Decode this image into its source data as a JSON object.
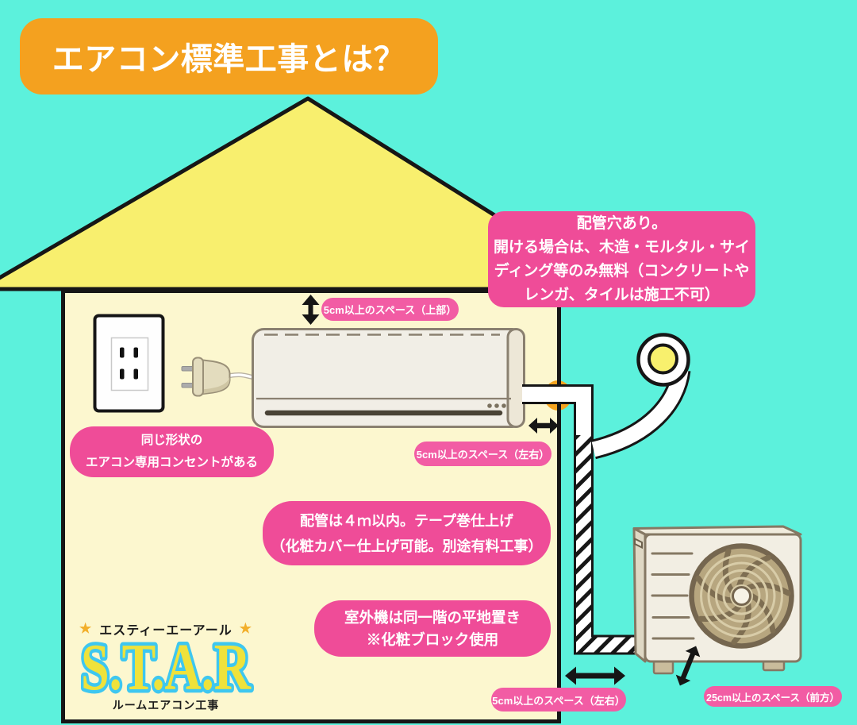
{
  "title": {
    "text": "エアコン標準工事とは？"
  },
  "bubbles": {
    "pipe_hole": {
      "lines": [
        "配管穴あり。",
        "開ける場合は、木造・モルタル・サイ",
        "ディング等のみ無料（コンクリートや",
        "レンガ、タイルは施工不可）"
      ]
    },
    "outlet": {
      "lines": [
        "同じ形状の",
        "エアコン専用コンセントがある"
      ]
    },
    "piping": {
      "lines": [
        "配管は４ｍ以内。テープ巻仕上げ",
        "（化粧カバー仕上げ可能。別途有料工事）"
      ]
    },
    "outdoor_unit": {
      "lines": [
        "室外機は同一階の平地置き",
        "※化粧ブロック使用"
      ]
    }
  },
  "labels": {
    "space_top": "5cm以上のスペース（上部）",
    "space_sides_indoor": "5cm以上のスペース（左右）",
    "space_sides_outdoor": "5cm以上のスペース（左右）",
    "space_front": "25cm以上のスペース（前方）"
  },
  "logo": {
    "star": "★",
    "reading": "エスティーエーアール",
    "name": "S.T.A.R",
    "subtitle": "ルームエアコン工事"
  },
  "icons": {
    "arrow_above_indoor_unit": "up-down-arrow-icon",
    "arrow_right_of_indoor_unit": "left-right-arrow-icon",
    "arrow_left_of_outdoor_unit": "left-right-arrow-icon",
    "arrow_front_of_outdoor_unit": "diagonal-double-arrow-icon"
  },
  "colors": {
    "background": "#5CF1DC",
    "roof": "#F8EF6E",
    "house_interior": "#FCF7CF",
    "outline_black": "#161616",
    "banner_orange": "#F4A11F",
    "wall_hole_orange": "#F6A41F",
    "hole_yellow": "#F8F06D",
    "bubble_pink": "#EF4C98",
    "pill_pink": "#F25CA4",
    "unit_body": "#F1EEE6",
    "unit_outline": "#8A8070",
    "fan_disc": "#B7A67F",
    "logo_cyan": "#3EC7F0",
    "logo_yellow": "#EFE23B"
  }
}
